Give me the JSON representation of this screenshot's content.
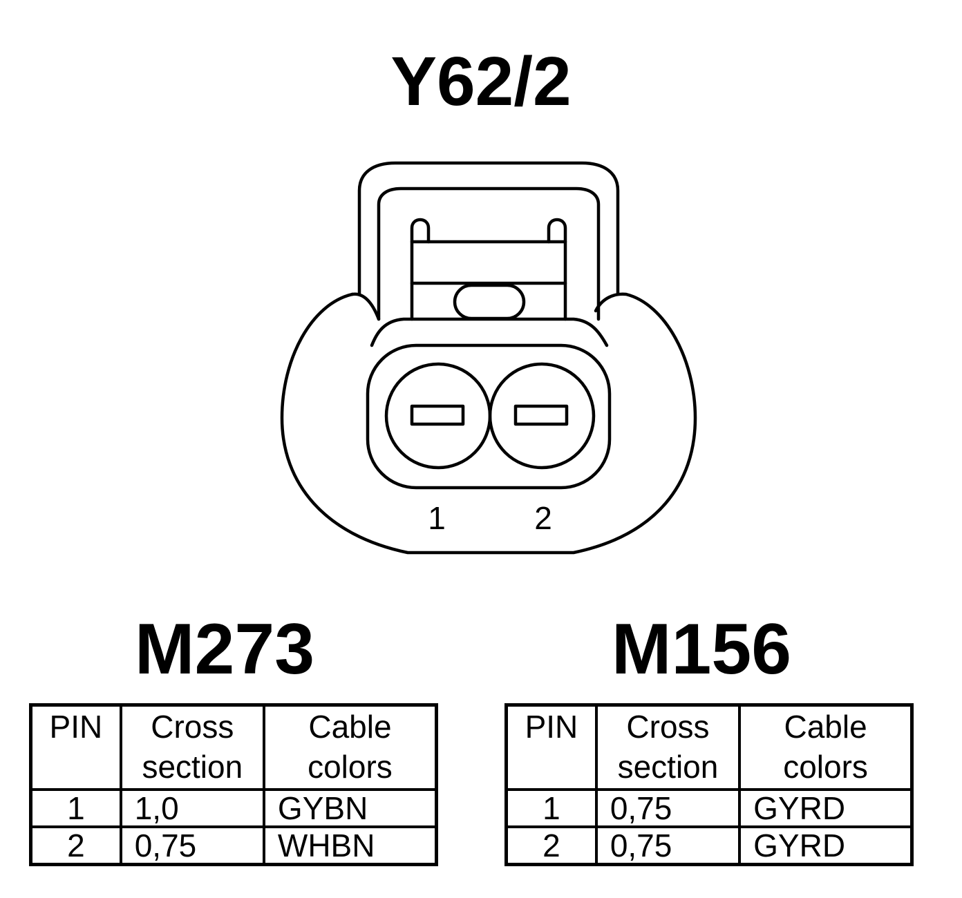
{
  "title": "Y62/2",
  "connector": {
    "pin_labels": [
      "1",
      "2"
    ]
  },
  "tables": [
    {
      "title": "M273",
      "headers": [
        "PIN",
        "Cross\nsection",
        "Cable\ncolors"
      ],
      "rows": [
        {
          "pin": "1",
          "cross_section": "1,0",
          "cable_color": "GYBN"
        },
        {
          "pin": "2",
          "cross_section": "0,75",
          "cable_color": "WHBN"
        }
      ]
    },
    {
      "title": "M156",
      "headers": [
        "PIN",
        "Cross\nsection",
        "Cable\ncolors"
      ],
      "rows": [
        {
          "pin": "1",
          "cross_section": "0,75",
          "cable_color": "GYRD"
        },
        {
          "pin": "2",
          "cross_section": "0,75",
          "cable_color": "GYRD"
        }
      ]
    }
  ]
}
